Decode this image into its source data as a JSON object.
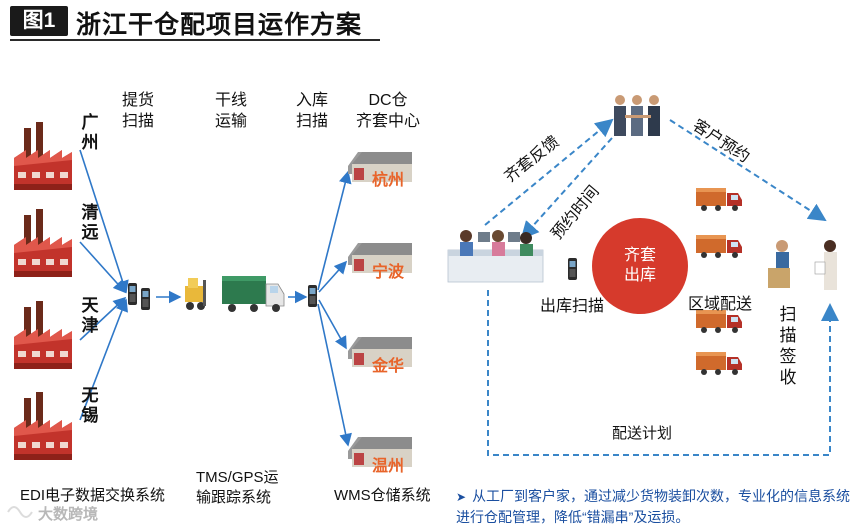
{
  "title": {
    "badge": "图1",
    "text": "浙江干仓配项目运作方案"
  },
  "headers": [
    {
      "line1": "提货",
      "line2": "扫描"
    },
    {
      "line1": "干线",
      "line2": "运输"
    },
    {
      "line1": "入库",
      "line2": "扫描"
    },
    {
      "line1": "DC仓",
      "line2": "齐套中心"
    }
  ],
  "factories": [
    "广州",
    "清远",
    "天津",
    "无锡"
  ],
  "warehouses": [
    "杭州",
    "宁波",
    "金华",
    "温州"
  ],
  "bottom_labels": {
    "edi": "EDI电子数据交换系统",
    "tms_line1": "TMS/GPS运",
    "tms_line2": "输跟踪系统",
    "wms": "WMS仓储系统"
  },
  "right": {
    "feedback": "齐套反馈",
    "appointment": "客户预约",
    "schedule": "预约时间",
    "center_line1": "齐套",
    "center_line2": "出库",
    "outbound_scan": "出库扫描",
    "zone_delivery": "区域配送",
    "sign": "扫描签收",
    "plan": "配送计划"
  },
  "note": "从工厂到客户家，通过减少货物装卸次数，专业化的信息系统进行仓配管理，降低“错漏串”及运损。",
  "watermark": "大数跨境",
  "colors": {
    "arrow_blue": "#2f78c8",
    "dash_blue": "#3a86c8",
    "city_orange": "#e8642a",
    "center_red": "#d63a2c",
    "factory_red": "#c2332b"
  }
}
